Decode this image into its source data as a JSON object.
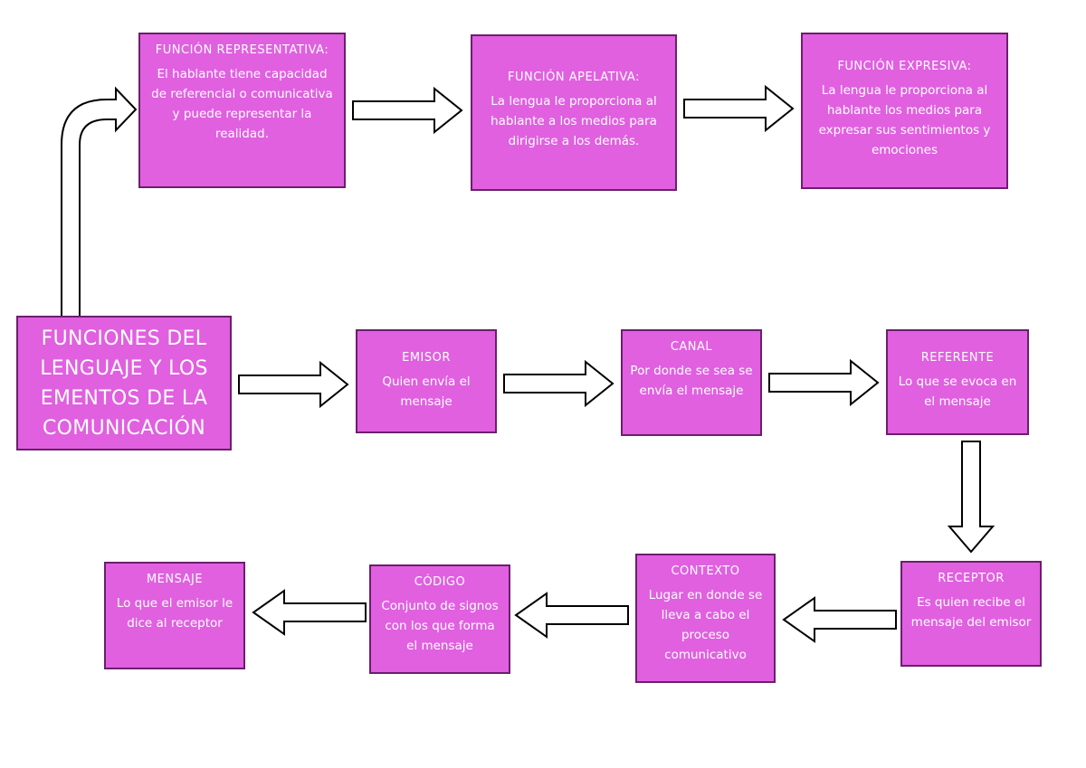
{
  "main": {
    "title": "FUNCIONES DEL LENGUAJE Y LOS EMENTOS DE LA COMUNICACIÓN"
  },
  "functions": [
    {
      "title": "FUNCIÓN REPRESENTATIVA:",
      "body": "El hablante tiene capacidad de referencial o comunicativa y puede representar la realidad."
    },
    {
      "title": "FUNCIÓN APELATIVA:",
      "body": "La lengua le proporciona al hablante a los medios para dirigirse a los demás."
    },
    {
      "title": "FUNCIÓN EXPRESIVA:",
      "body": "La lengua le proporciona al hablante los medios para expresar sus sentimientos y emociones"
    }
  ],
  "elements": [
    {
      "title": "EMISOR",
      "body": "Quien envía el mensaje"
    },
    {
      "title": "CANAL",
      "body": "Por donde se sea se envía el mensaje"
    },
    {
      "title": "REFERENTE",
      "body": "Lo que se evoca en el mensaje"
    },
    {
      "title": "RECEPTOR",
      "body": "Es quien recibe el mensaje del emisor"
    },
    {
      "title": "CONTEXTO",
      "body": "Lugar en donde se lleva a cabo el proceso comunicativo"
    },
    {
      "title": "CÓDIGO",
      "body": "Conjunto de signos con los que forma el mensaje"
    },
    {
      "title": "MENSAJE",
      "body": "Lo que el emisor le dice al receptor"
    }
  ],
  "colors": {
    "box_fill": "#e060e0",
    "box_border": "#6b1f6b",
    "text": "#ffffff",
    "arrow_stroke": "#000000"
  }
}
